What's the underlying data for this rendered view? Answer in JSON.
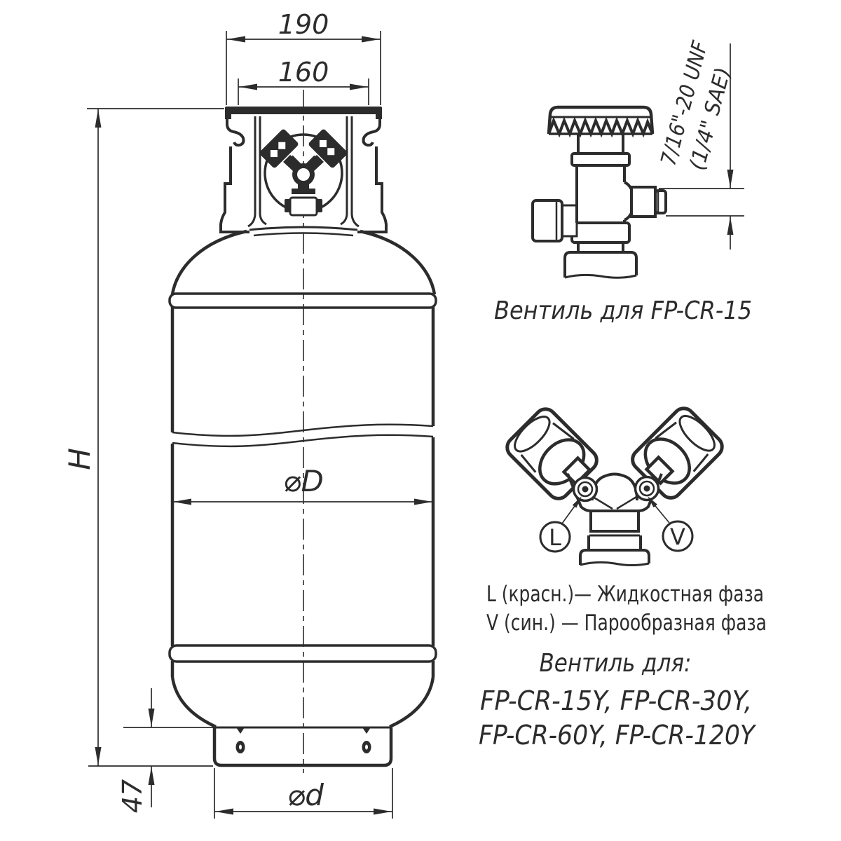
{
  "page": {
    "background": "#ffffff",
    "ink": "#2c2c2c"
  },
  "cylinder_drawing": {
    "dim_top_width": "190",
    "dim_inner_width": "160",
    "dim_height": "H",
    "dim_diameter": "⌀D",
    "dim_base_diameter": "⌀d",
    "dim_skirt_height": "47"
  },
  "single_valve": {
    "thread_label_line1": "7/16\"-20 UNF",
    "thread_label_line2": "(1/4\" SAE)",
    "caption": "Вентиль для FP-CR-15"
  },
  "dual_valve": {
    "port_left_label": "L",
    "port_right_label": "V",
    "legend_line1": "L (красн.)— Жидкостная фаза",
    "legend_line2": "V (син.) — Парообразная фаза",
    "caption_title": "Вентиль для:",
    "caption_models_line1": "FP-CR-15Y, FP-CR-30Y,",
    "caption_models_line2": "FP-CR-60Y, FP-CR-120Y"
  }
}
